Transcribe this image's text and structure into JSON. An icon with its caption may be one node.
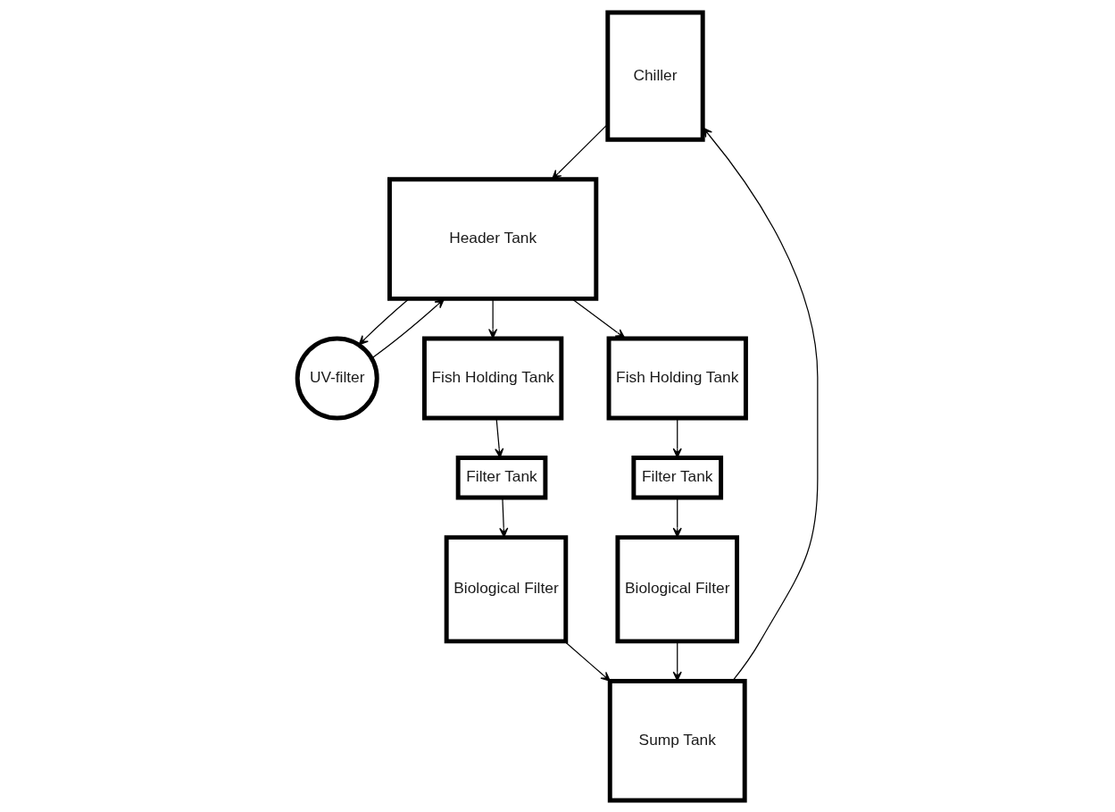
{
  "diagram": {
    "nodes": [
      {
        "text": [
          "Chiller"
        ]
      },
      {
        "text": [
          "UV-filter"
        ]
      },
      {
        "text": [
          "Header Tank"
        ]
      },
      {
        "text": [
          "Fish Holding Tank"
        ]
      },
      {
        "text": [
          "Filter Tank"
        ]
      },
      {
        "text": [
          "Biological Filter"
        ]
      },
      {
        "text": [
          "Fish Holding Tank"
        ]
      },
      {
        "text": [
          "Filter Tank"
        ]
      },
      {
        "text": [
          "Biological Filter"
        ]
      },
      {
        "text": [
          "Sump Tank"
        ]
      }
    ],
    "edges": [
      {
        "from": 0,
        "to": 2,
        "arrow": "to"
      },
      {
        "from": 1,
        "to": 2,
        "arrow": "to"
      },
      {
        "from": 2,
        "to": 1,
        "arrow": "to"
      },
      {
        "from": 2,
        "to": 3,
        "arrow": "to"
      },
      {
        "from": 2,
        "to": 6,
        "arrow": "to"
      },
      {
        "from": 3,
        "to": 4,
        "arrow": "to"
      },
      {
        "from": 4,
        "to": 5,
        "arrow": "to"
      },
      {
        "from": 5,
        "to": 9,
        "arrow": "to"
      },
      {
        "from": 6,
        "to": 7,
        "arrow": "to"
      },
      {
        "from": 7,
        "to": 8,
        "arrow": "to"
      },
      {
        "from": 8,
        "to": 9,
        "arrow": "to"
      },
      {
        "from": 9,
        "to": 0,
        "arrow": "to"
      }
    ]
  }
}
